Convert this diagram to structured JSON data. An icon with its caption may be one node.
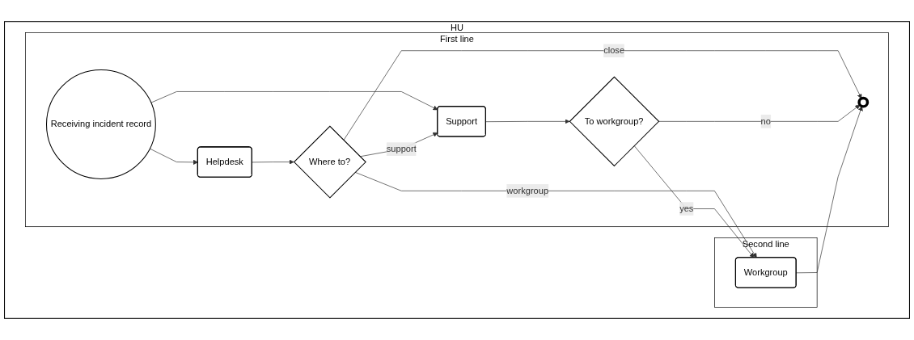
{
  "diagram": {
    "nodes": [
      {
        "text": [
          "HU"
        ]
      },
      {
        "text": [
          "First line"
        ],
        "in": 0
      },
      {
        "text": [
          "Second line"
        ],
        "in": 0
      },
      {
        "text": [
          "Receiving incident record"
        ],
        "in": 1
      },
      {
        "text": [
          "Helpdesk"
        ],
        "in": 1
      },
      {
        "text": [
          "Where to?"
        ],
        "in": 1
      },
      {
        "text": [
          "Support"
        ],
        "in": 1
      },
      {
        "text": [
          "To workgroup?"
        ],
        "in": 1
      },
      {
        "text": [],
        "shape": "circle",
        "in": 1
      },
      {
        "text": [
          "Workgroup"
        ],
        "in": 2
      }
    ],
    "edges": [
      {
        "from": 3,
        "to": 6,
        "arrow": "to"
      },
      {
        "from": 3,
        "to": 4,
        "arrow": "to"
      },
      {
        "from": 4,
        "to": 5,
        "arrow": "to"
      },
      {
        "from": 5,
        "to": 8,
        "label": "close",
        "arrow": "to"
      },
      {
        "from": 5,
        "to": 6,
        "label": "support",
        "arrow": "to"
      },
      {
        "from": 5,
        "to": 9,
        "label": "workgroup",
        "arrow": "to"
      },
      {
        "from": 6,
        "to": 7,
        "arrow": "to"
      },
      {
        "from": 7,
        "to": 8,
        "label": "no",
        "arrow": "to"
      },
      {
        "from": 7,
        "to": 9,
        "label": "yes",
        "arrow": "to"
      },
      {
        "from": 9,
        "to": 8,
        "arrow": "to"
      }
    ]
  }
}
